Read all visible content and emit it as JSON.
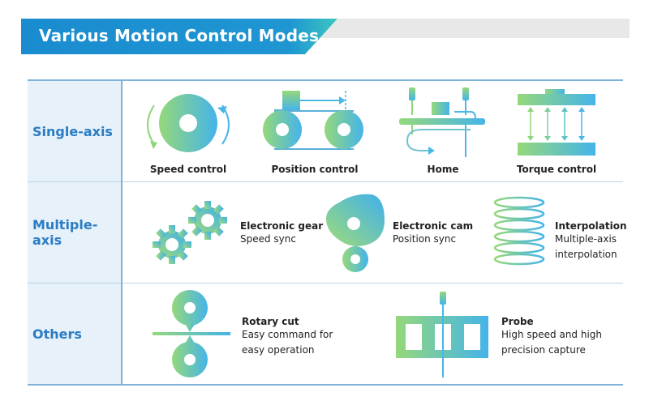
{
  "header": {
    "title": "Various Motion Control Modes"
  },
  "rows": [
    {
      "label": "Single-axis"
    },
    {
      "label": "Multiple-axis"
    },
    {
      "label": "Others"
    }
  ],
  "single_axis": {
    "speed_control": "Speed control",
    "position_control": "Position control",
    "home": "Home",
    "torque_control": "Torque control"
  },
  "multiple_axis": {
    "gear_title": "Electronic gear",
    "gear_desc": "Speed sync",
    "cam_title": "Electronic cam",
    "cam_desc": "Position sync",
    "interp_title": "Interpolation",
    "interp_desc_1": "Multiple-axis",
    "interp_desc_2": "interpolation"
  },
  "others": {
    "rotary_title": "Rotary cut",
    "rotary_desc_1": "Easy command for",
    "rotary_desc_2": "easy operation",
    "probe_title": "Probe",
    "probe_desc_1": "High speed and high",
    "probe_desc_2": "precision capture"
  },
  "colors": {
    "banner": "#1f8fd0",
    "accent_green": "#8fd67a",
    "accent_blue": "#4ab7e8",
    "label_text": "#2a7cc4",
    "label_bg": "#e7f1f9"
  }
}
